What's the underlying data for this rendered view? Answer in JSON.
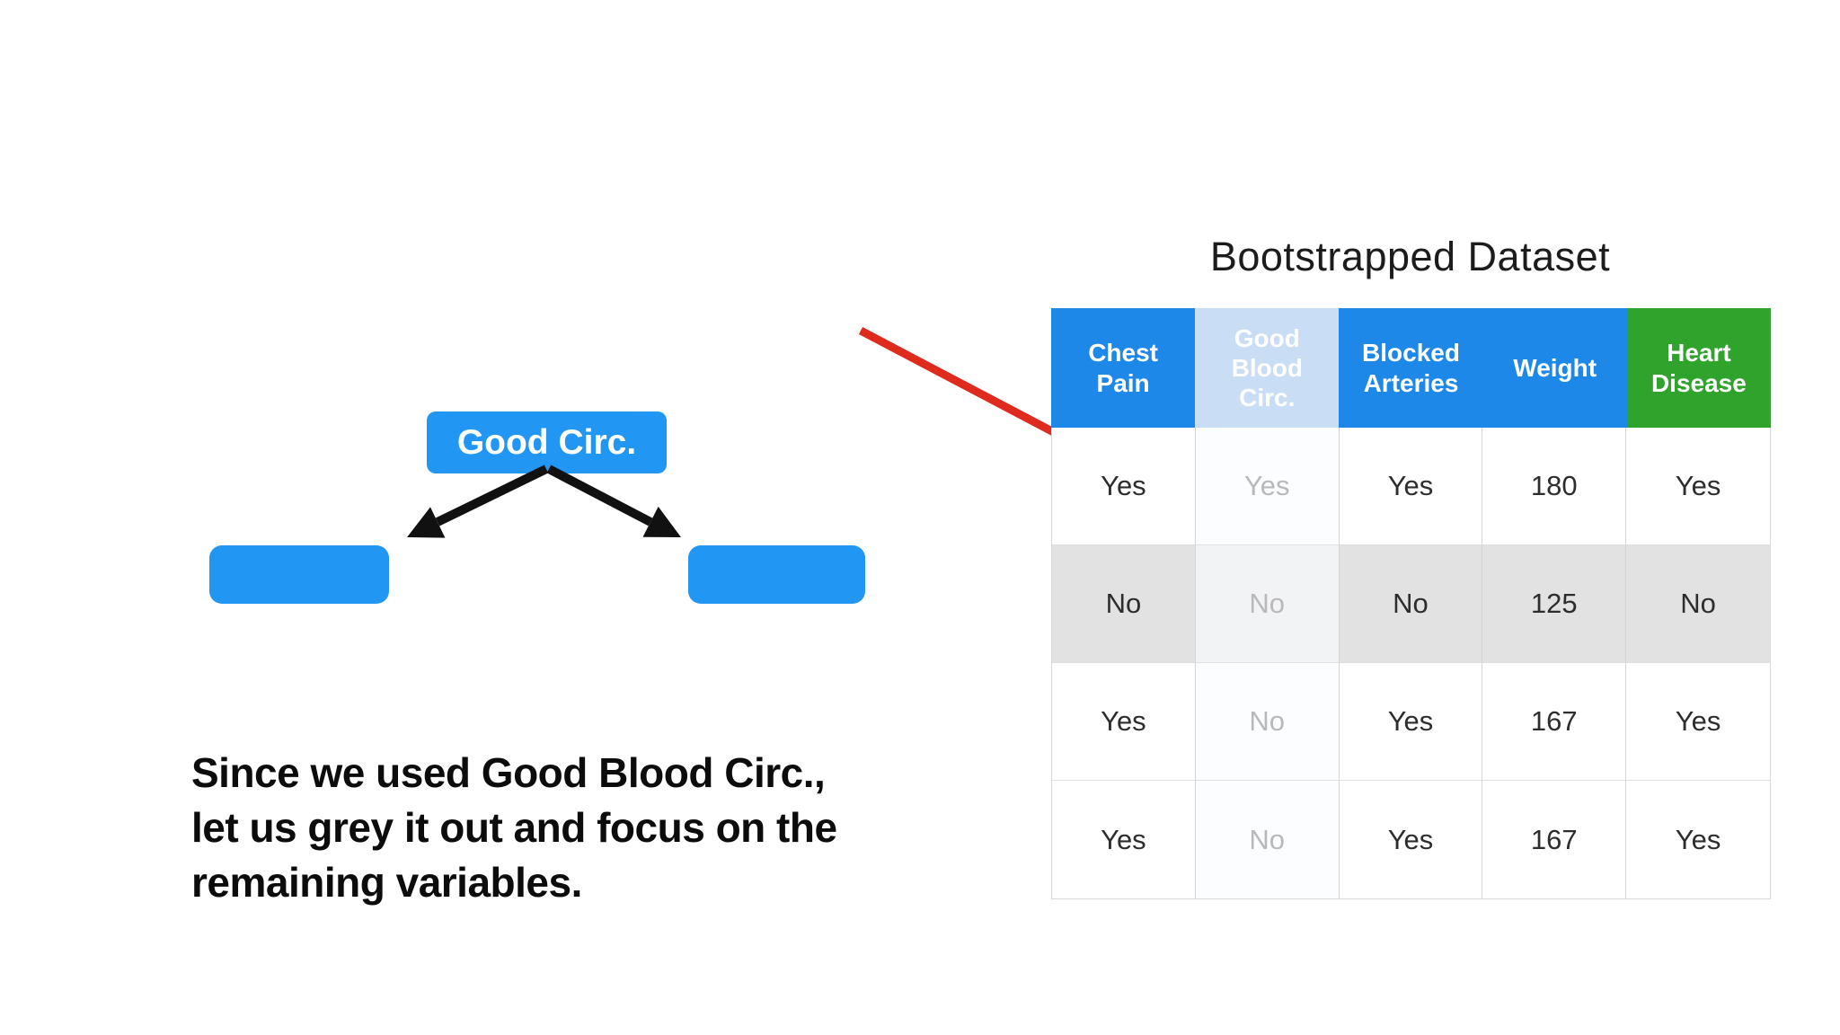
{
  "colors": {
    "node_blue": "#2196f3",
    "header_blue": "#1e88e8",
    "header_blue_muted": "#c9ddf4",
    "header_green": "#2fa32c",
    "row_grey": "#e2e2e2",
    "muted_text": "#b9b9b9",
    "data_text": "#2d2d2d",
    "tree_arrow_black": "#111111",
    "pointer_arrow_red": "#df2b1e"
  },
  "diagram": {
    "root_label": "Good Circ.",
    "left_child_label": "",
    "right_child_label": ""
  },
  "table": {
    "title": "Bootstrapped Dataset",
    "columns": [
      {
        "name": "Chest Pain",
        "variant": "blue",
        "lines": [
          "Chest",
          "Pain"
        ]
      },
      {
        "name": "Good Blood Circ.",
        "variant": "muted",
        "lines": [
          "Good",
          "Blood",
          "Circ."
        ]
      },
      {
        "name": "Blocked Arteries",
        "variant": "blue",
        "lines": [
          "Blocked",
          "Arteries"
        ]
      },
      {
        "name": "Weight",
        "variant": "blue",
        "lines": [
          "Weight"
        ]
      },
      {
        "name": "Heart Disease",
        "variant": "green",
        "lines": [
          "Heart",
          "Disease"
        ]
      }
    ],
    "rows": [
      {
        "shaded": false,
        "cells": [
          "Yes",
          "Yes",
          "Yes",
          "180",
          "Yes"
        ]
      },
      {
        "shaded": true,
        "cells": [
          "No",
          "No",
          "No",
          "125",
          "No"
        ]
      },
      {
        "shaded": false,
        "cells": [
          "Yes",
          "No",
          "Yes",
          "167",
          "Yes"
        ]
      },
      {
        "shaded": false,
        "cells": [
          "Yes",
          "No",
          "Yes",
          "167",
          "Yes"
        ]
      }
    ]
  },
  "caption": {
    "lines": [
      "Since we used Good Blood Circ.,",
      "let us grey it out and focus on the",
      "remaining variables."
    ]
  }
}
